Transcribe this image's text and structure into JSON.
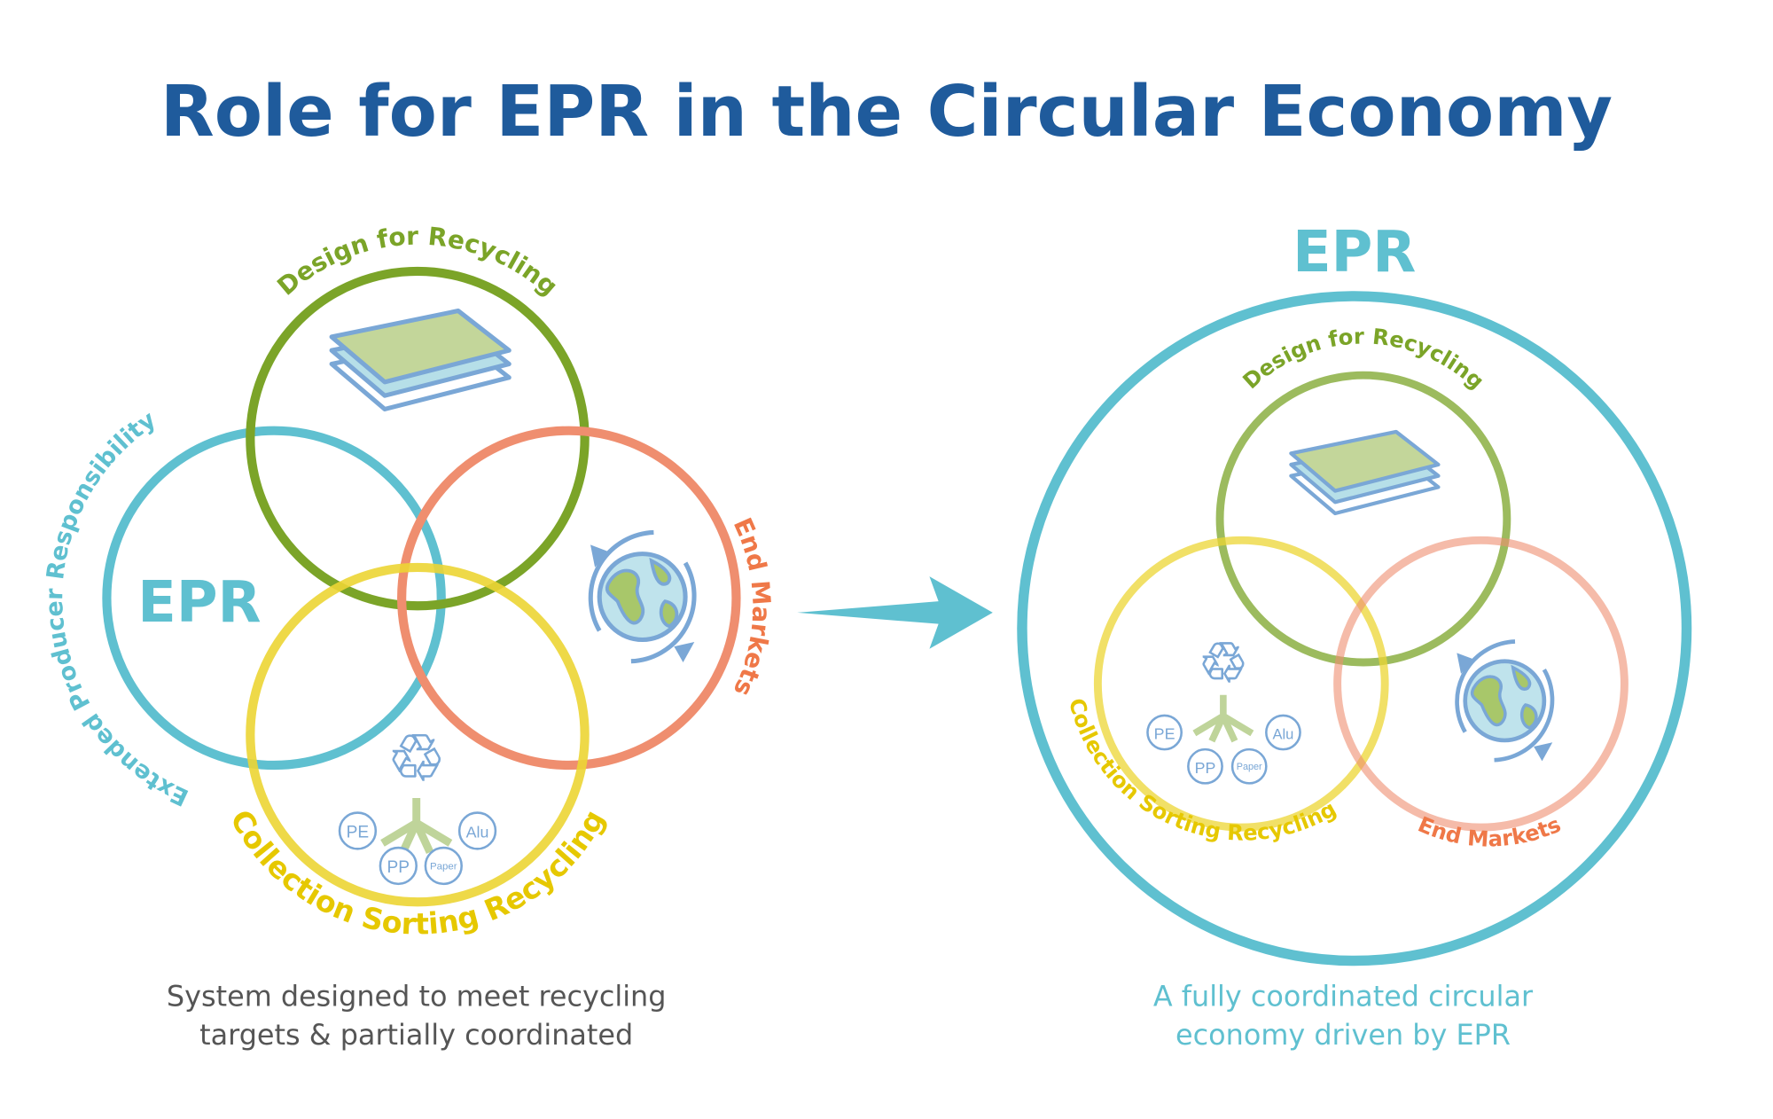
{
  "title": "Role for EPR in the Circular Economy",
  "colors": {
    "title": "#1f5b9c",
    "epr": "#5fc0d0",
    "design": "#7ba428",
    "end_markets": "#ef8e6f",
    "collection": "#ecd534",
    "icon_blue": "#7aa7d6",
    "icon_green": "#bfd49a"
  },
  "left": {
    "epr_label": "EPR",
    "epr_arc_label": "Extended Producer Responsibility",
    "design_label": "Design for Recycling",
    "end_markets_label": "End Markets",
    "collection_label": "Collection Sorting Recycling",
    "materials": [
      "PE",
      "PP",
      "Paper",
      "Alu"
    ],
    "caption_line1": "System designed to meet recycling",
    "caption_line2": "targets & partially coordinated"
  },
  "right": {
    "epr_label": "EPR",
    "design_label": "Design for Recycling",
    "end_markets_label": "End Markets",
    "collection_label": "Collection Sorting Recycling",
    "materials": [
      "PE",
      "PP",
      "Paper",
      "Alu"
    ],
    "caption_line1": "A fully coordinated circular",
    "caption_line2": "economy driven by EPR"
  },
  "icons": {
    "layers": "layers-icon",
    "globe": "globe-recycle-icon",
    "recycle": "recycle-icon",
    "arrow": "arrow-right-icon"
  }
}
